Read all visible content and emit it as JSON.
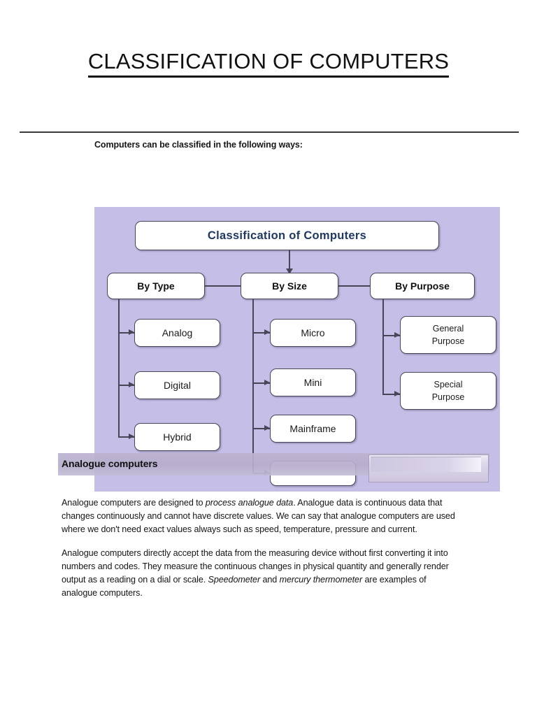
{
  "document": {
    "title": "CLASSIFICATION OF COMPUTERS",
    "intro": "Computers can be classified in the following ways:"
  },
  "diagram": {
    "background_color": "#c5bfe8",
    "root": {
      "label": "Classification of Computers",
      "color": "#1f3864"
    },
    "categories": [
      {
        "label": "By Type"
      },
      {
        "label": "By Size"
      },
      {
        "label": "By Purpose"
      }
    ],
    "by_type": [
      {
        "label": "Analog"
      },
      {
        "label": "Digital"
      },
      {
        "label": "Hybrid"
      }
    ],
    "by_size": [
      {
        "label": "Micro"
      },
      {
        "label": "Mini"
      },
      {
        "label": "Mainframe"
      },
      {
        "label": ""
      }
    ],
    "by_purpose": [
      {
        "line1": "General",
        "line2": "Purpose"
      },
      {
        "line1": "Special",
        "line2": "Purpose"
      }
    ]
  },
  "section": {
    "heading": "Analogue computers"
  },
  "paragraphs": {
    "p1_a": "Analogue computers are designed to ",
    "p1_em": "process analogue data",
    "p1_b": ". Analogue data is continuous data that changes continuously and cannot have discrete values. We can say that analogue computers are used where we don't need exact values always such as speed, temperature, pressure and current.",
    "p2_a": "Analogue computers directly accept the data from the measuring device without first converting it into numbers and codes. They measure the continuous changes in physical quantity and generally render output as a reading on a dial or scale. ",
    "p2_em1": "Speedometer",
    "p2_mid": " and ",
    "p2_em2": "mercury thermometer",
    "p2_b": " are examples of analogue computers."
  }
}
